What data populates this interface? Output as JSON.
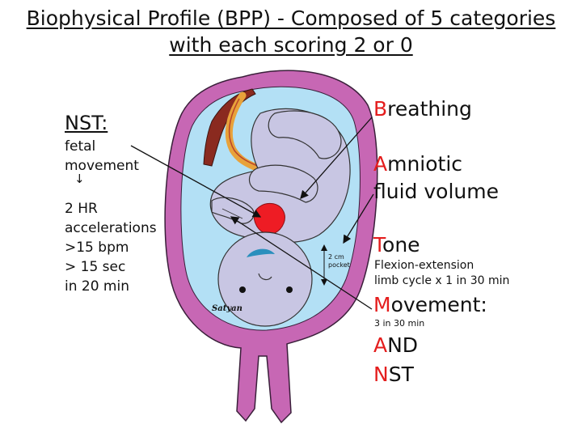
{
  "title": {
    "line1": "Biophysical Profile (BPP) - Composed of 5 categories",
    "line2": "with each scoring 2 or 0"
  },
  "nst_panel": {
    "heading": "NST:",
    "lines": [
      "fetal",
      "movement",
      "2 HR",
      "accelerations",
      ">15 bpm",
      "> 15 sec",
      "in 20 min"
    ]
  },
  "categories": [
    {
      "initial": "B",
      "rest": "reathing"
    },
    {
      "initial": "A",
      "rest": "mniotic"
    },
    {
      "initial": "",
      "rest": "fluid volume"
    },
    {
      "initial": "T",
      "rest": "one"
    },
    {
      "initial": "M",
      "rest": "ovement:"
    },
    {
      "initial": "A",
      "rest": "ND"
    },
    {
      "initial": "N",
      "rest": "ST"
    }
  ],
  "tone_detail": {
    "line1": "Flexion-extension",
    "line2": "limb cycle x 1 in 30 min"
  },
  "movement_detail": "3 in 30 min",
  "pocket_label": {
    "line1": "2 cm",
    "line2": "pocket"
  },
  "signature": "Satyan",
  "colors": {
    "uterus": "#c767b4",
    "amniotic_fluid": "#b3e0f5",
    "fetus": "#c8c6e3",
    "heart": "#ee1c24",
    "initial_letter": "#e41d1d",
    "cord": "#e8a23a",
    "placenta": "#8a2a1f",
    "fontanelle": "#2a8fbd"
  },
  "icons": [
    "down-arrow-icon"
  ]
}
